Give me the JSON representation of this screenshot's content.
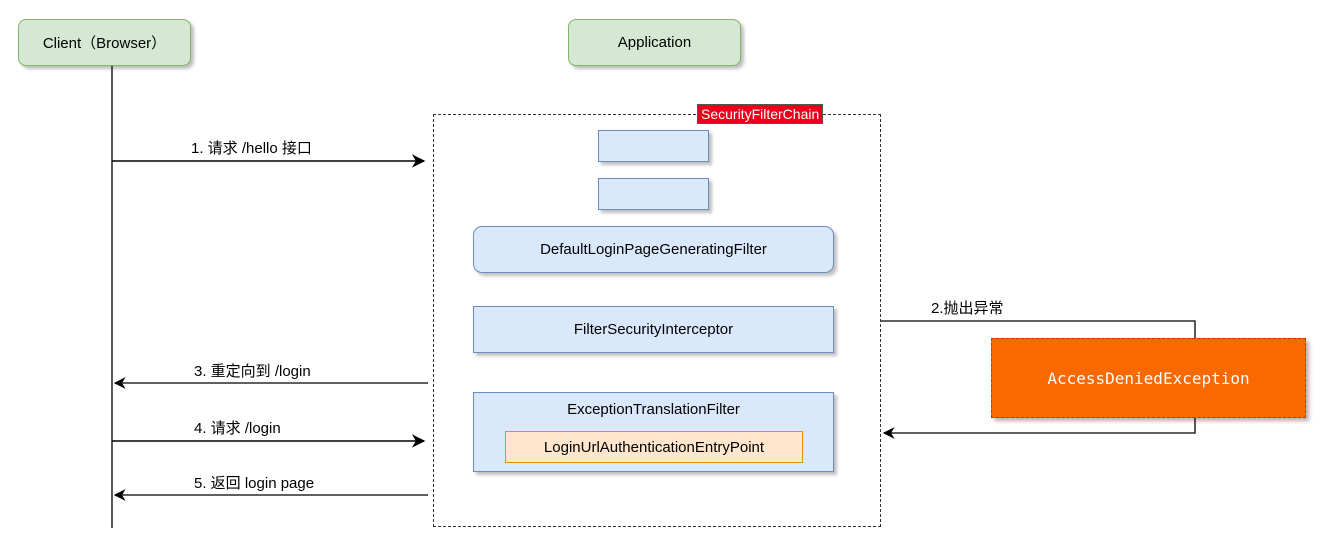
{
  "actors": {
    "client": "Client（Browser）",
    "application": "Application"
  },
  "chain": {
    "label": "SecurityFilterChain",
    "filters": {
      "default_login_page": "DefaultLoginPageGeneratingFilter",
      "filter_security_interceptor": "FilterSecurityInterceptor",
      "exception_translation": "ExceptionTranslationFilter",
      "entry_point": "LoginUrlAuthenticationEntryPoint"
    }
  },
  "exception": "AccessDeniedException",
  "messages": {
    "m1": "1. 请求 /hello 接口",
    "m2": "2.抛出异常",
    "m3": "3. 重定向到 /login",
    "m4": "4. 请求 /login",
    "m5": "5. 返回 login page"
  },
  "colors": {
    "actor_fill": "#d5e8d4",
    "filter_fill": "#dae8fc",
    "chain_label_fill": "#e8001c",
    "exception_fill": "#fa6800",
    "entry_fill": "#ffe6cc"
  }
}
